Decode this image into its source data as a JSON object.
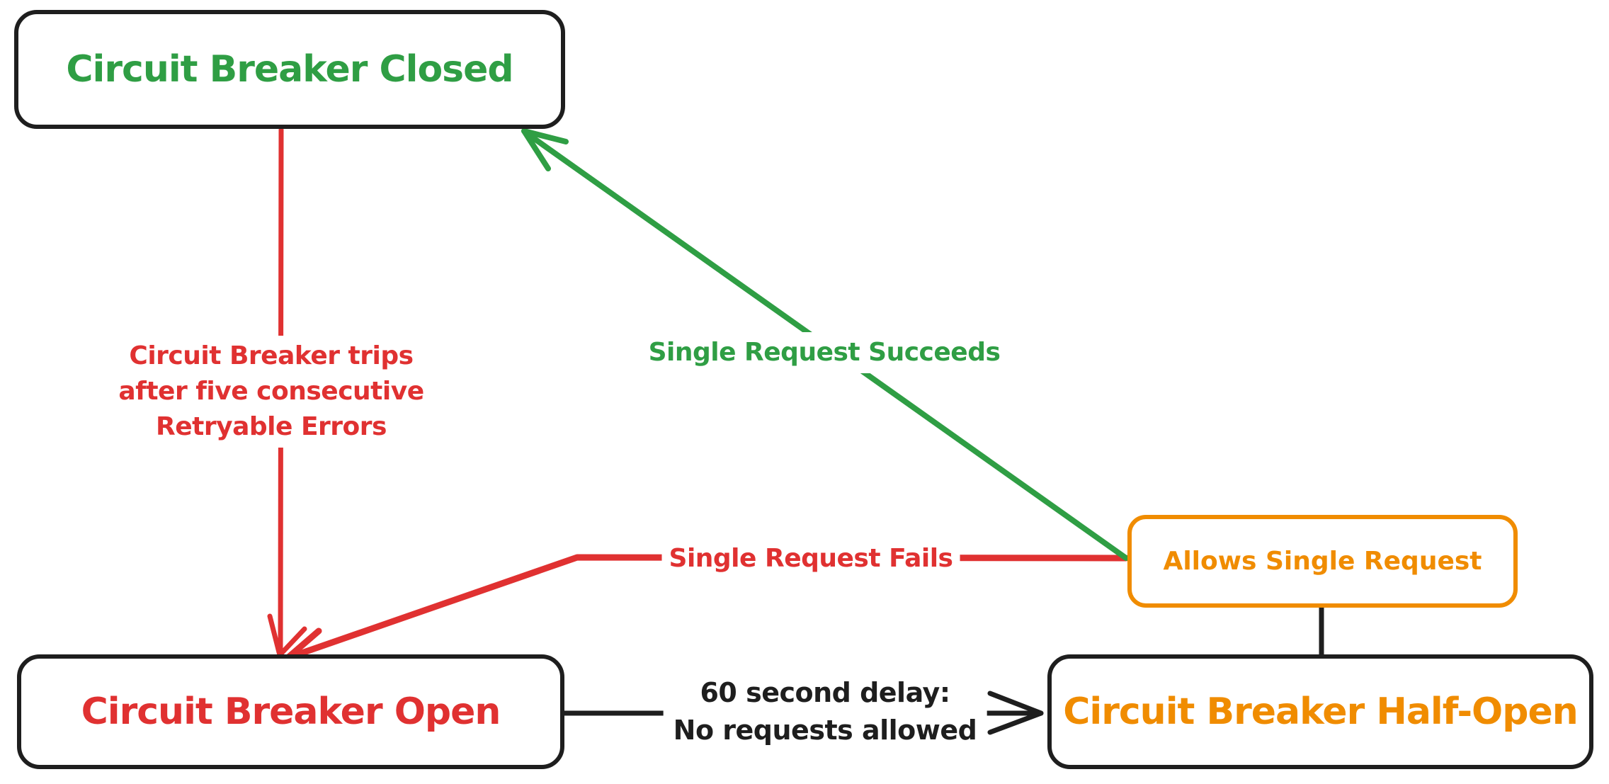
{
  "diagram": {
    "type": "state-diagram",
    "background": "#ffffff",
    "colors": {
      "green": "#2f9e44",
      "red": "#e03131",
      "orange": "#f08c00",
      "ink": "#1e1e1e"
    },
    "nodes": {
      "closed": {
        "label": "Circuit Breaker Closed",
        "text_color": "#2f9e44",
        "border_color": "#1e1e1e"
      },
      "open": {
        "label": "Circuit Breaker Open",
        "text_color": "#e03131",
        "border_color": "#1e1e1e"
      },
      "half_open": {
        "label": "Circuit Breaker Half-Open",
        "text_color": "#f08c00",
        "border_color": "#1e1e1e"
      },
      "allows_single": {
        "label": "Allows Single Request",
        "text_color": "#f08c00",
        "border_color": "#f08c00"
      }
    },
    "edges": {
      "trips": {
        "from": "closed",
        "to": "open",
        "lines": [
          "Circuit Breaker trips",
          "after five consecutive",
          "Retryable Errors"
        ],
        "color": "#e03131"
      },
      "succeeds": {
        "from": "allows_single",
        "to": "closed",
        "label": "Single Request Succeeds",
        "color": "#2f9e44"
      },
      "fails": {
        "from": "allows_single",
        "to": "open",
        "label": "Single Request Fails",
        "color": "#e03131"
      },
      "delay": {
        "from": "open",
        "to": "half_open",
        "lines": [
          "60 second delay:",
          "No requests allowed"
        ],
        "color": "#1e1e1e"
      },
      "half_open_connector": {
        "from": "half_open",
        "to": "allows_single",
        "label": "",
        "color": "#1e1e1e"
      }
    }
  }
}
